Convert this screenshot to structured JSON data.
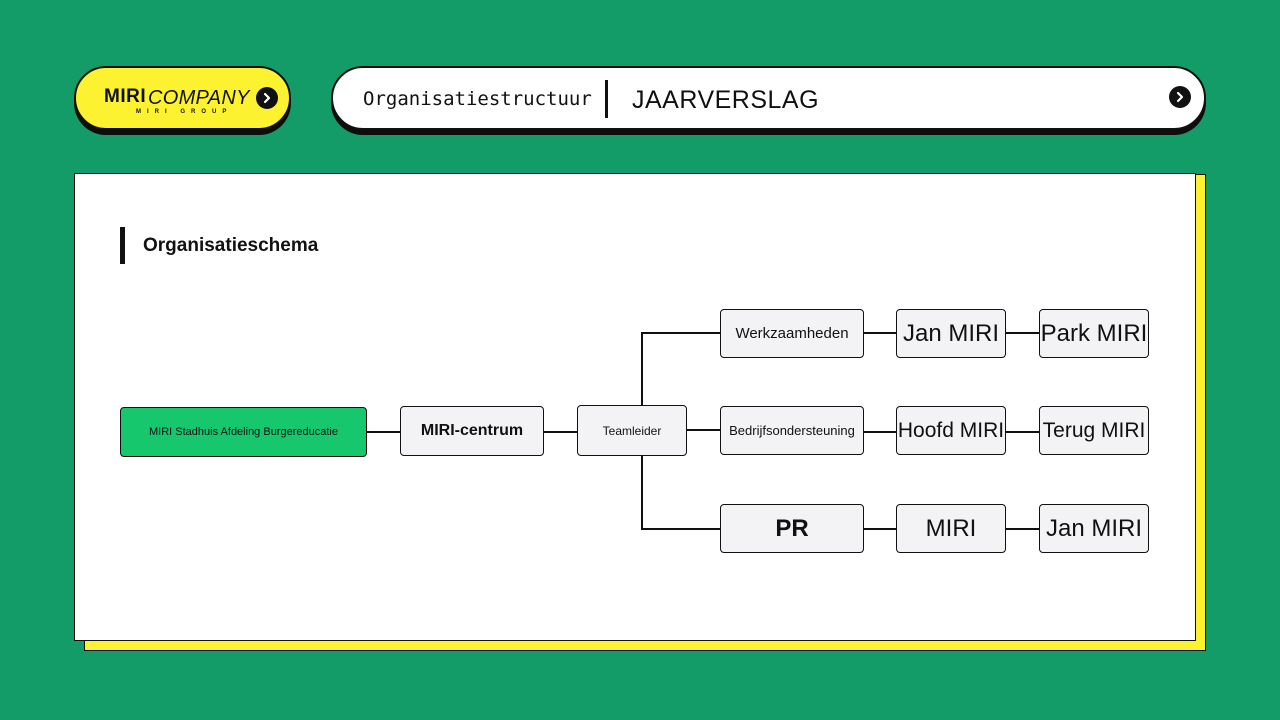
{
  "header": {
    "logo": {
      "mark": "MIRI",
      "company": "COMPANY",
      "subtitle": "MIRI GROUP"
    },
    "breadcrumb": {
      "section": "Organisatiestructuur",
      "report": "JAARVERSLAG"
    },
    "logo_icon": "arrow-right-circle-icon",
    "title_icon": "arrow-right-circle-icon"
  },
  "content": {
    "heading": "Organisatieschema"
  },
  "org_chart": {
    "root": "MIRI Stadhuis Afdeling Burgereducatie",
    "center": "MIRI-centrum",
    "lead": "Teamleider",
    "branches": [
      {
        "department": "Werkzaamheden",
        "level2": "Jan MIRI",
        "level3": "Park MIRI"
      },
      {
        "department": "Bedrijfsondersteuning",
        "level2": "Hoofd MIRI",
        "level3": "Terug MIRI"
      },
      {
        "department": "PR",
        "level2": "MIRI",
        "level3": "Jan MIRI"
      }
    ]
  },
  "colors": {
    "background": "#149c68",
    "accent_yellow": "#fdf22f",
    "root_node": "#17c76e",
    "node_fill": "#f3f2f5"
  }
}
